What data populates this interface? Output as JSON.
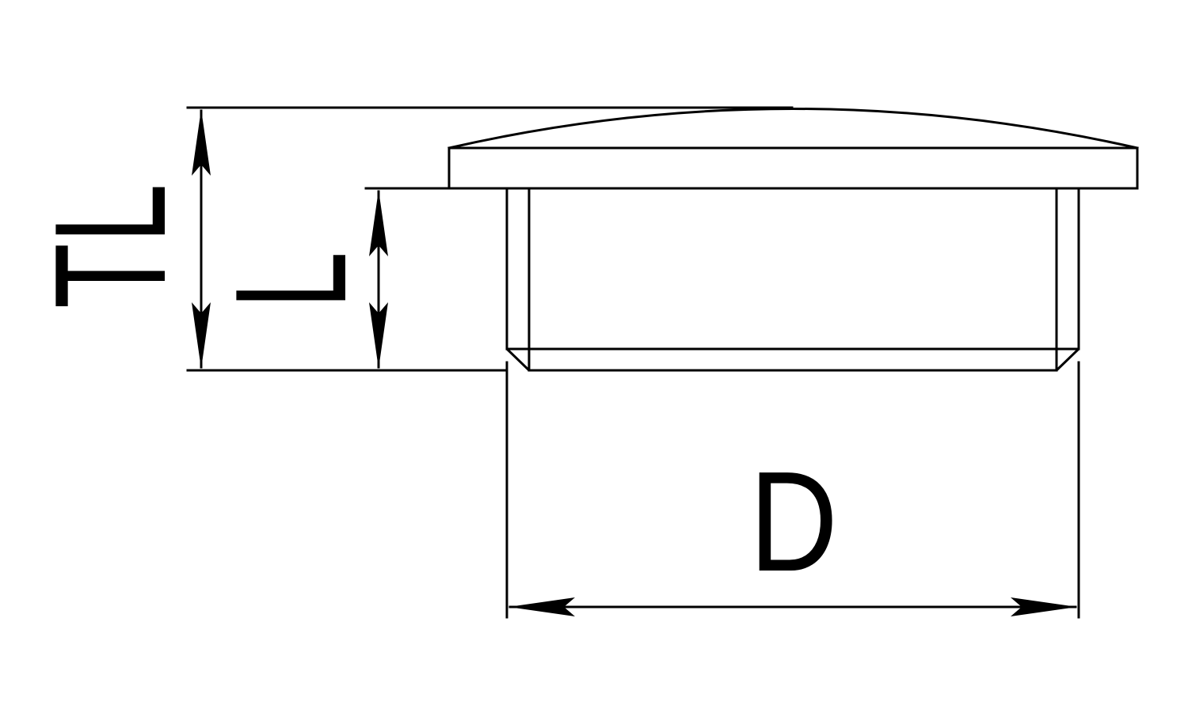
{
  "diagram": {
    "labels": {
      "total_length": "TL",
      "length": "L",
      "diameter": "D"
    },
    "colors": {
      "stroke": "#000000",
      "background": "#ffffff"
    }
  }
}
